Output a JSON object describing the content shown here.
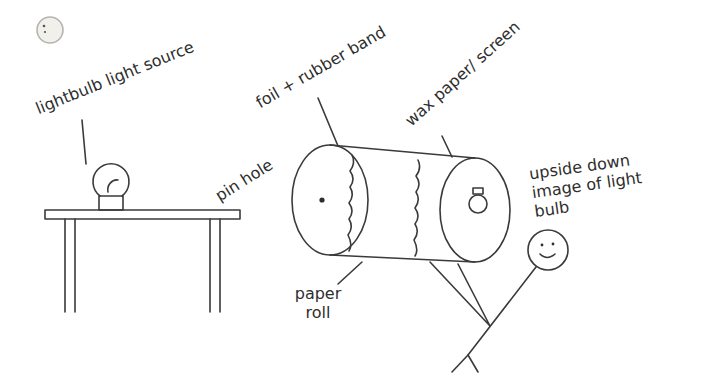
{
  "diagram": {
    "labels": [
      "lightbulb light source",
      "foil + rubber band",
      "pin hole",
      "wax paper/ screen",
      "paper roll",
      "upside down image of light bulb"
    ]
  }
}
